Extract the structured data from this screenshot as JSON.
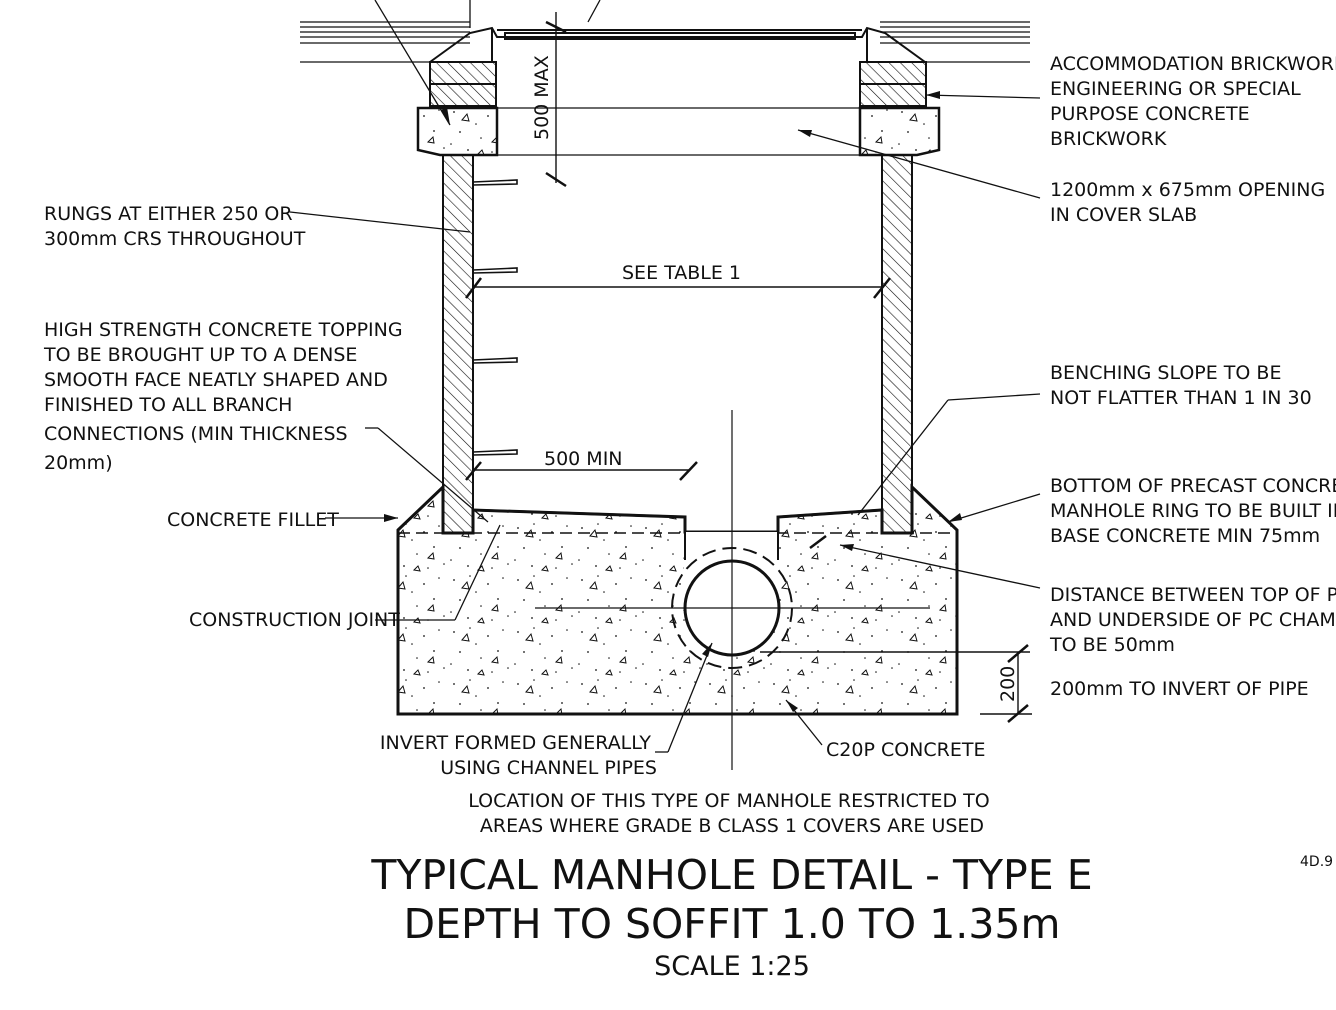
{
  "labels": {
    "accommodation_brickwork": [
      "ACCOMMODATION BRICKWORK IN",
      "ENGINEERING OR SPECIAL",
      "PURPOSE CONCRETE",
      "BRICKWORK"
    ],
    "opening": [
      "1200mm x 675mm OPENING",
      "IN COVER SLAB"
    ],
    "rungs": [
      "RUNGS AT EITHER 250 OR",
      "300mm CRS THROUGHOUT"
    ],
    "topping": [
      "HIGH STRENGTH CONCRETE TOPPING",
      "TO BE BROUGHT UP TO A DENSE",
      "SMOOTH FACE NEATLY SHAPED AND",
      "FINISHED TO ALL BRANCH",
      "CONNECTIONS (MIN THICKNESS",
      "20mm)"
    ],
    "benching": [
      "BENCHING SLOPE TO BE",
      "NOT FLATTER THAN 1 IN 30"
    ],
    "precast_ring": [
      "BOTTOM OF PRECAST CONCRETE",
      "MANHOLE RING TO BE BUILT INTO",
      "BASE CONCRETE MIN 75mm"
    ],
    "concrete_fillet": "CONCRETE FILLET",
    "construction_joint": "CONSTRUCTION JOINT",
    "pipe_distance": [
      "DISTANCE BETWEEN TOP OF PIPE",
      "AND UNDERSIDE OF PC CHAMBER",
      "TO BE 50mm"
    ],
    "invert_distance": "200mm TO INVERT OF PIPE",
    "invert_formed": [
      "INVERT FORMED GENERALLY",
      "USING CHANNEL PIPES"
    ],
    "c20p": "C20P CONCRETE",
    "location_note": [
      "LOCATION OF THIS TYPE OF MANHOLE RESTRICTED TO",
      "AREAS WHERE GRADE B CLASS 1 COVERS ARE USED"
    ]
  },
  "dimensions": {
    "max_depth": "500 MAX",
    "see_table": "SEE TABLE 1",
    "min_width": "500 MIN",
    "base_200": "200"
  },
  "title": {
    "line1": "TYPICAL MANHOLE DETAIL - TYPE E",
    "line2": "DEPTH TO SOFFIT 1.0 TO 1.35m",
    "scale": "SCALE 1:25"
  },
  "drawing_code": "4D.9"
}
